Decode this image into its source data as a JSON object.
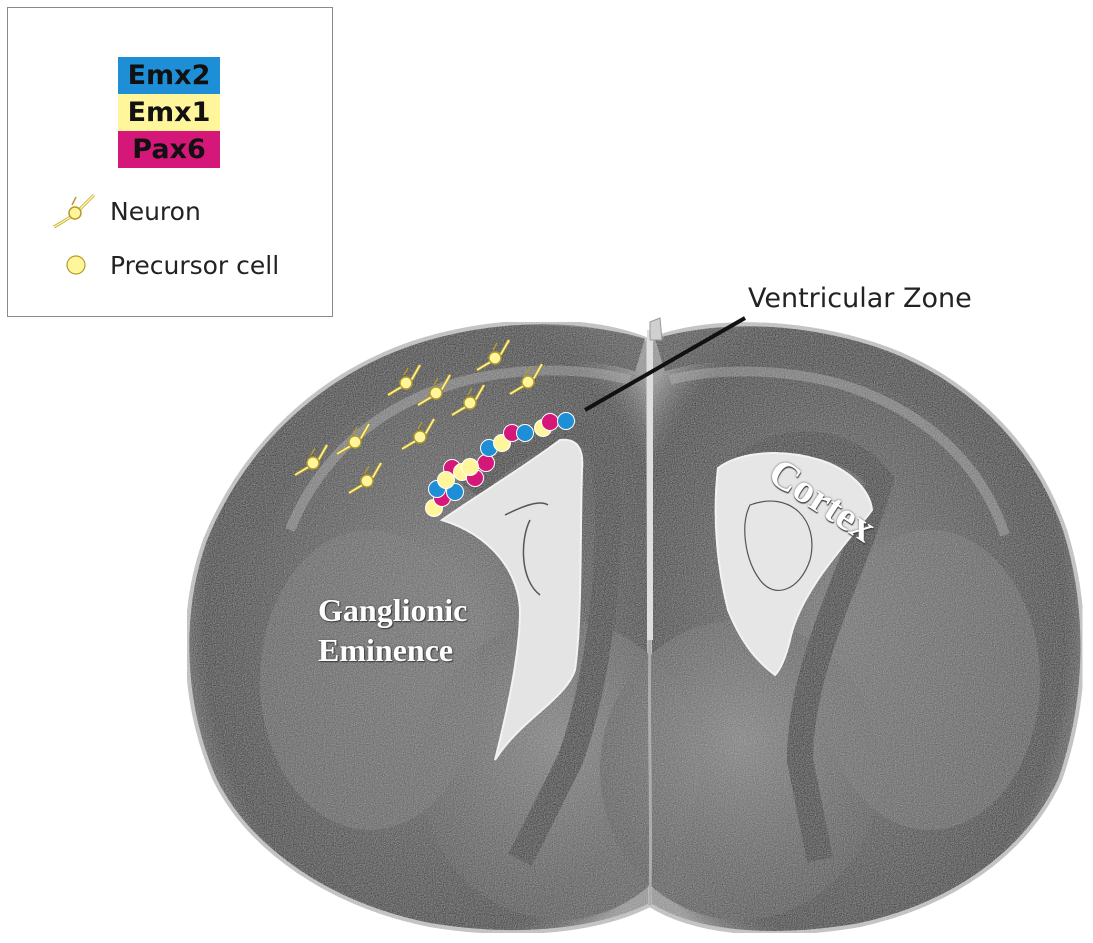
{
  "legend": {
    "genes": [
      {
        "label": "Emx2",
        "color": "#1e8fd6"
      },
      {
        "label": "Emx1",
        "color": "#fff59a"
      },
      {
        "label": "Pax6",
        "color": "#d6177a"
      }
    ],
    "neuron_label": "Neuron",
    "precursor_label": "Precursor cell"
  },
  "labels": {
    "ventricular_zone": "Ventricular Zone",
    "cortex": "Cortex",
    "ganglionic_line1": "Ganglionic",
    "ganglionic_line2": "Eminence"
  },
  "colors": {
    "tissue_dark": "#1c1c1c",
    "tissue_mid": "#5a5a5a",
    "ventricle": "#e6e6e6",
    "neuron_fill": "#fff59a",
    "neuron_stroke": "#b59a2a"
  }
}
